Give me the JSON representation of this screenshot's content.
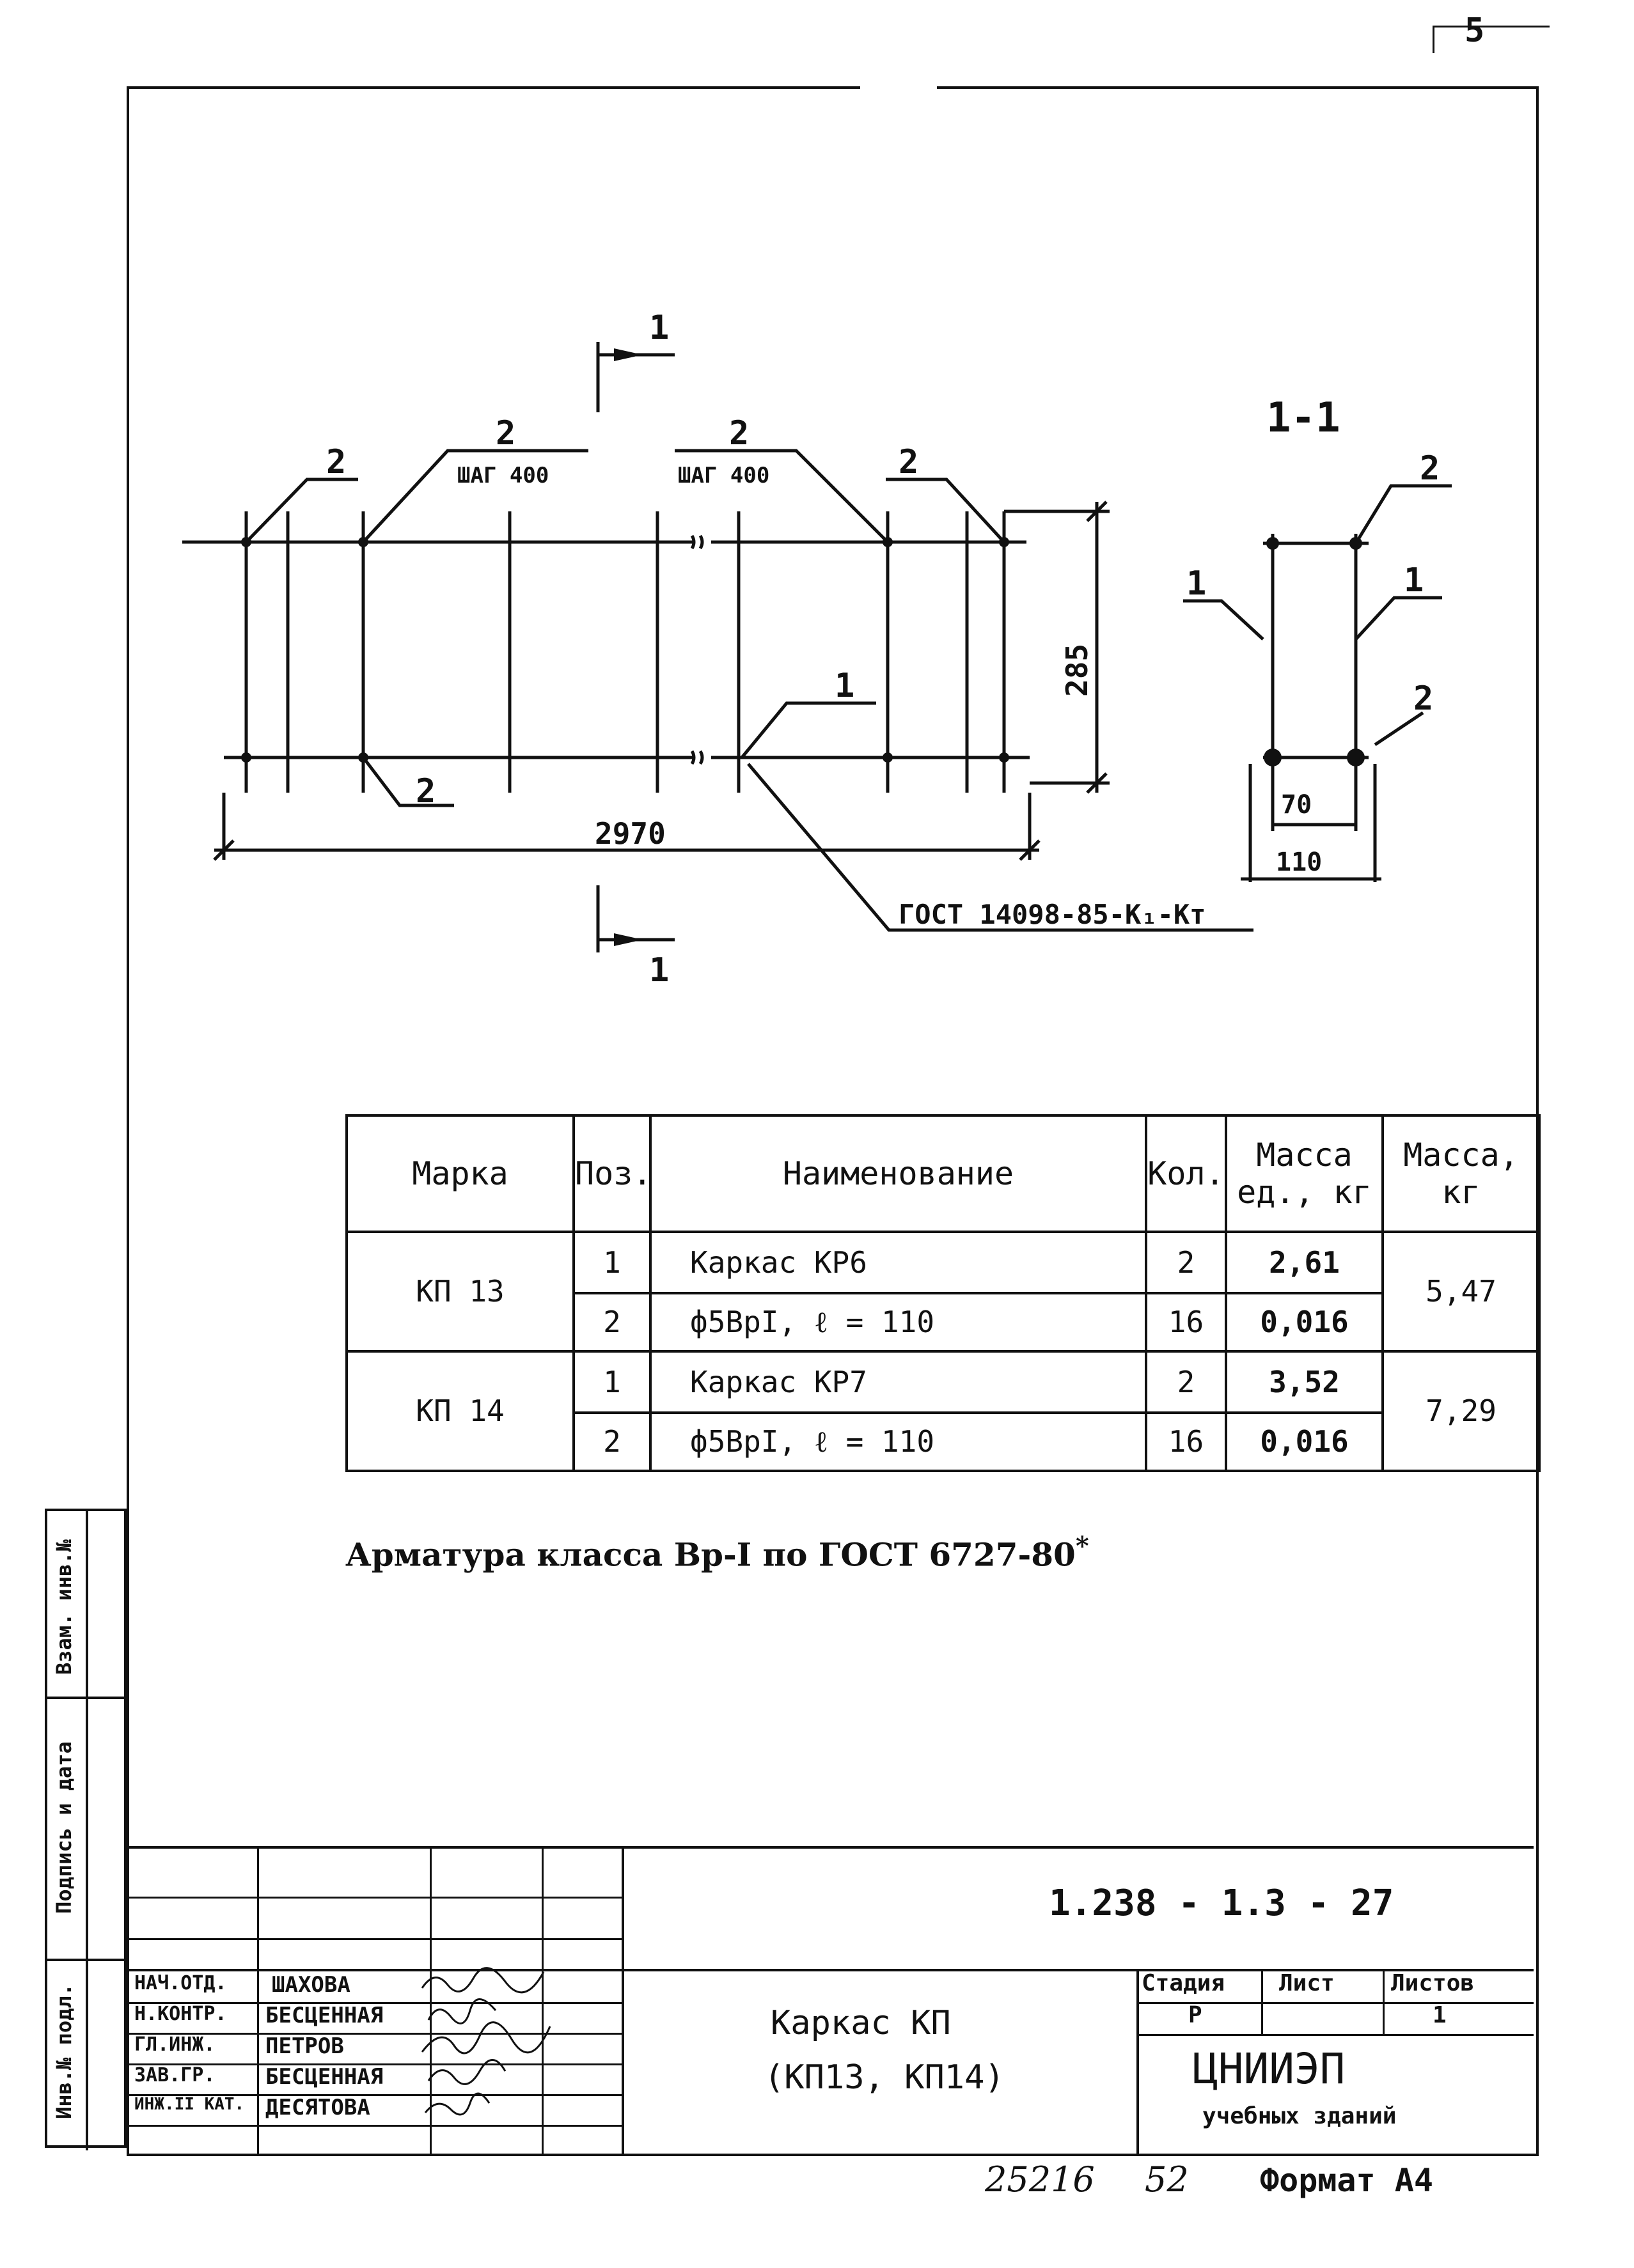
{
  "page_number": "5",
  "drawing": {
    "section_mark": "1",
    "section_title": "1-1",
    "pos1": "1",
    "pos2": "2",
    "step_label": "ШАГ 400",
    "dim_height": "285",
    "dim_length": "2970",
    "dim_inner_width": "70",
    "dim_outer_width": "110",
    "gost_note": "ГОСТ 14098-85-К₁-Кт"
  },
  "spec_table": {
    "headers": {
      "mark": "Марка",
      "pos": "Поз.",
      "name": "Наименование",
      "qty": "Кол.",
      "unit_mass": "Масса ед., кг",
      "mass": "Масса, кг"
    },
    "groups": [
      {
        "mark": "КП 13",
        "total": "5,47",
        "rows": [
          {
            "pos": "1",
            "name": "Каркас КР6",
            "qty": "2",
            "unit_mass": "2,61"
          },
          {
            "pos": "2",
            "name": "ф5ВрI,  ℓ = 110",
            "qty": "16",
            "unit_mass": "0,016"
          }
        ]
      },
      {
        "mark": "КП 14",
        "total": "7,29",
        "rows": [
          {
            "pos": "1",
            "name": "Каркас КР7",
            "qty": "2",
            "unit_mass": "3,52"
          },
          {
            "pos": "2",
            "name": "ф5ВрI,  ℓ = 110",
            "qty": "16",
            "unit_mass": "0,016"
          }
        ]
      }
    ]
  },
  "note": {
    "text": "Арматура класса Вр-I по ГОСТ 6727-80",
    "star": "*"
  },
  "side_stamps": {
    "inv_podl": "Инв.№ подл.",
    "podpis": "Подпись и дата",
    "vzam": "Взам. инв.№"
  },
  "title_block": {
    "doc_code": "1.238 - 1.3 - 27",
    "title_line1": "Каркас КП",
    "title_line2": "(КП13, КП14)",
    "roles": [
      {
        "role": "НАЧ.ОТД.",
        "name": "ШАХОВА"
      },
      {
        "role": "Н.КОНТР.",
        "name": "БЕСЦЕННАЯ"
      },
      {
        "role": "ГЛ.ИНЖ.",
        "name": "ПЕТРОВ"
      },
      {
        "role": "ЗАВ.ГР.",
        "name": "БЕСЦЕННАЯ"
      },
      {
        "role": "ИНЖ.II КАТ.",
        "name": "ДЕСЯТОВА"
      }
    ],
    "stage_label": "Стадия",
    "sheet_label": "Лист",
    "sheets_label": "Листов",
    "stage_value": "Р",
    "sheet_value": "",
    "sheets_value": "1",
    "org_line1": "ЦНИИЭП",
    "org_line2": "учебных зданий"
  },
  "footer": {
    "number": "25216",
    "number2": "52",
    "format": "Формат А4"
  }
}
